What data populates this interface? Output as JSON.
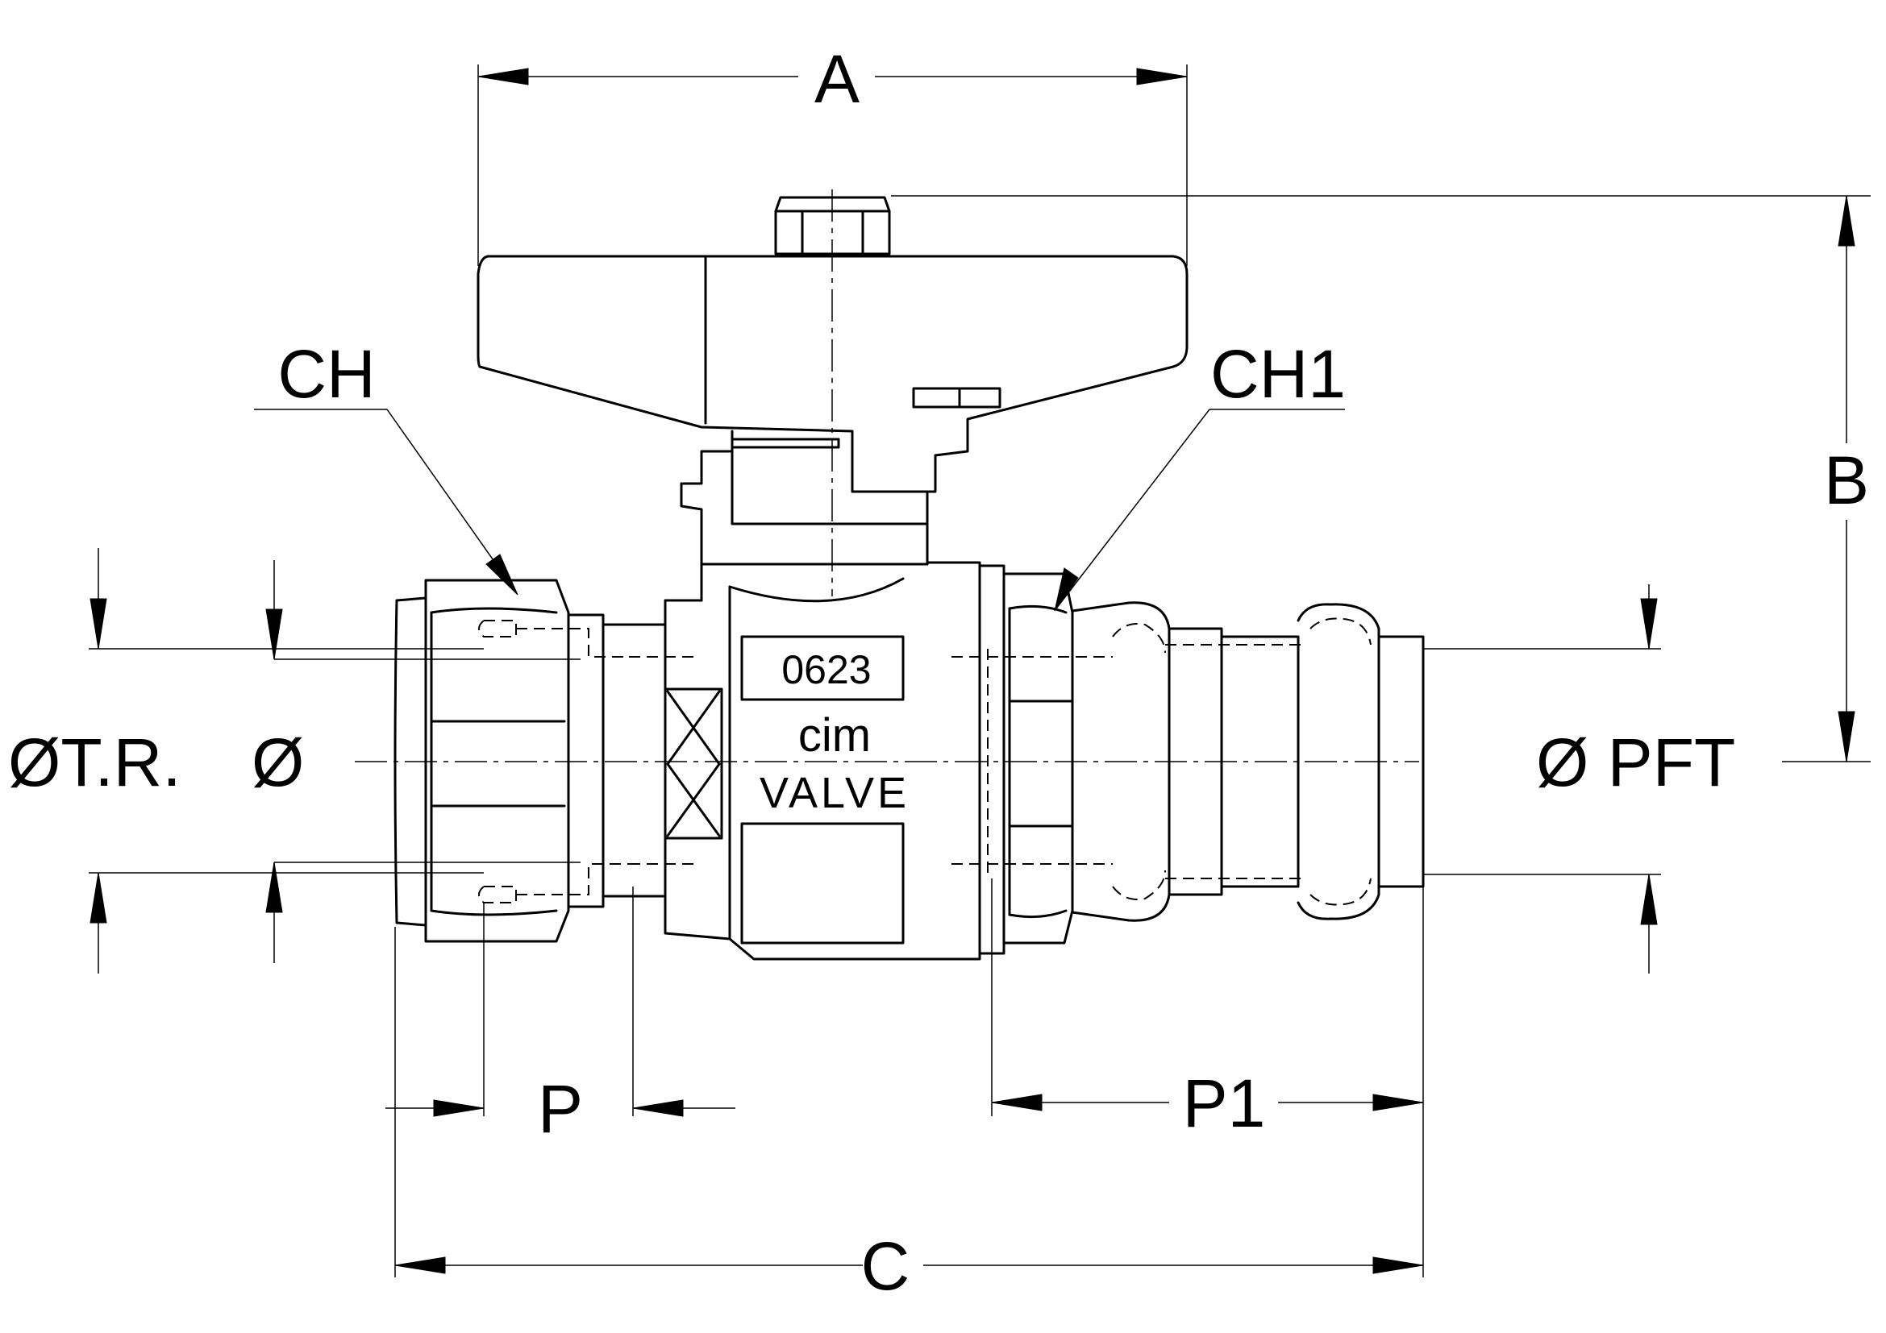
{
  "dimensions": {
    "A": "A",
    "B": "B",
    "C": "C",
    "CH": "CH",
    "CH1": "CH1",
    "P": "P",
    "P1": "P1",
    "left_diameter": "ØT.R.",
    "left_inner_diameter": "Ø",
    "right_diameter": "Ø PFT"
  },
  "body_marking": {
    "code": "0623",
    "brand": "cim",
    "brand_sub": "VALVE"
  }
}
